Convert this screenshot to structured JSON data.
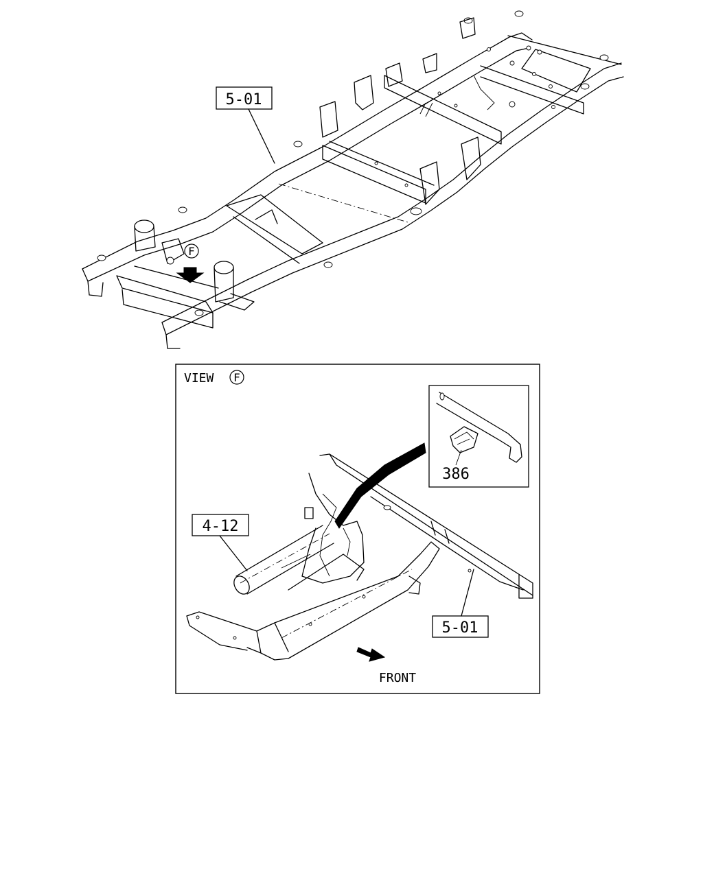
{
  "callouts": {
    "frame_top": "5-01",
    "frame_detail": "5-01",
    "cable": "4-12",
    "clip": "386"
  },
  "view": {
    "prefix": "VIEW",
    "letter": "F"
  },
  "marker_letter": "F",
  "front_label": "FRONT",
  "colors": {
    "ink": "#000000",
    "paper": "#ffffff"
  }
}
